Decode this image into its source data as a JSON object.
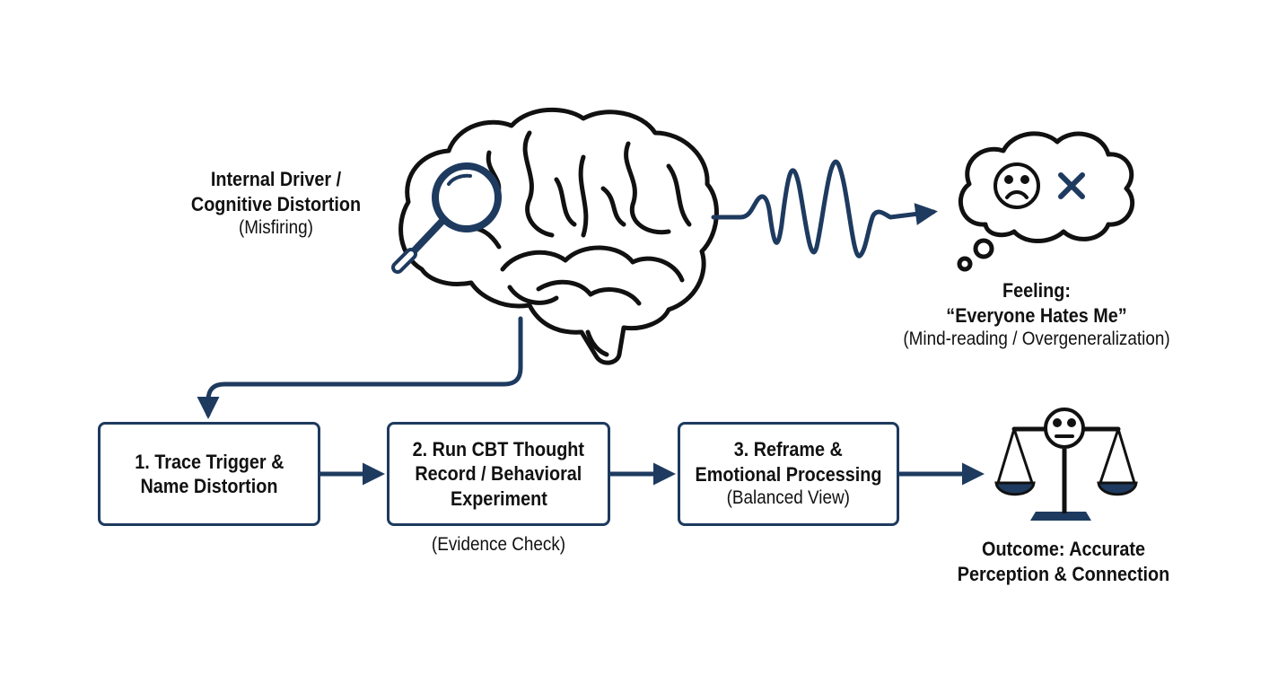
{
  "driver": {
    "title_line1": "Internal Driver /",
    "title_line2": "Cognitive Distortion",
    "note": "(Misfiring)"
  },
  "feeling": {
    "title": "Feeling:",
    "quote": "“Everyone Hates Me”",
    "note": "(Mind-reading / Overgeneralization)"
  },
  "steps": [
    {
      "line1": "1. Trace Trigger &",
      "line2": "Name Distortion"
    },
    {
      "line1": "2. Run CBT Thought",
      "line2": "Record / Behavioral",
      "line3": "Experiment",
      "note": "(Evidence Check)"
    },
    {
      "line1": "3. Reframe &",
      "line2": "Emotional Processing",
      "note": "(Balanced View)"
    }
  ],
  "outcome": {
    "line1": "Outcome: Accurate",
    "line2": "Perception & Connection"
  },
  "colors": {
    "navy": "#1e3a5f",
    "ink": "#111111"
  },
  "icons": [
    "brain-icon",
    "magnifier-icon",
    "wave-signal-icon",
    "thought-cloud-icon",
    "sad-face-icon",
    "x-mark-icon",
    "balance-scale-icon",
    "neutral-face-icon"
  ]
}
